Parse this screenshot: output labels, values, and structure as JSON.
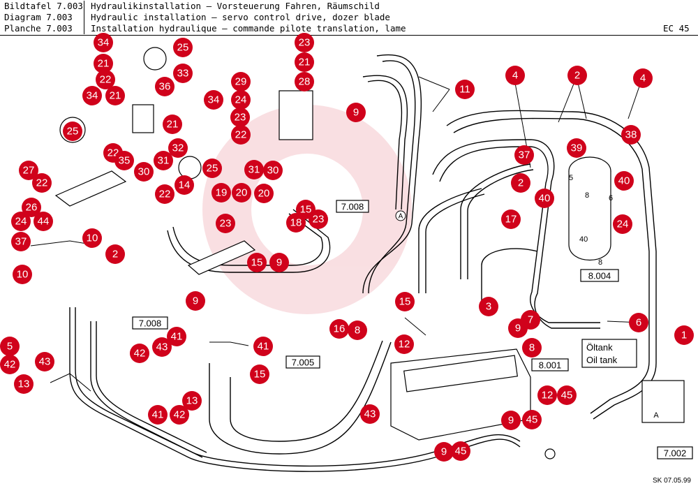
{
  "header": {
    "rows": [
      {
        "code": "Bildtafel 7.003",
        "title": "Hydraulikinstallation – Vorsteuerung Fahren, Räumschild"
      },
      {
        "code": "Diagram 7.003",
        "title": "Hydraulic installation – servo control drive, dozer blade"
      },
      {
        "code": "Planche 7.003",
        "title": "Installation hydraulique – commande pilote translation, lame"
      }
    ],
    "model": "EC 45"
  },
  "colors": {
    "callout": "#d0021b",
    "line": "#000000"
  },
  "callouts": [
    "34",
    "25",
    "23",
    "21",
    "21",
    "22",
    "33",
    "28",
    "29",
    "36",
    "24",
    "34",
    "21",
    "34",
    "11",
    "23",
    "9",
    "22",
    "21",
    "25",
    "22",
    "32",
    "35",
    "30",
    "31",
    "25",
    "31",
    "30",
    "4",
    "2",
    "4",
    "38",
    "37",
    "39",
    "40",
    "2",
    "40",
    "20",
    "27",
    "22",
    "14",
    "19",
    "20",
    "22",
    "15",
    "26",
    "18",
    "23",
    "24",
    "44",
    "23",
    "24",
    "17",
    "37",
    "10",
    "2",
    "9",
    "10",
    "15",
    "9",
    "15",
    "3",
    "7",
    "6",
    "1",
    "16",
    "8",
    "12",
    "8",
    "5",
    "42",
    "43",
    "41",
    "41",
    "43",
    "42",
    "13",
    "15",
    "13",
    "41",
    "42",
    "43",
    "12",
    "45",
    "9",
    "45",
    "9",
    "45",
    "9"
  ],
  "ref_boxes": [
    "7.008",
    "7.008",
    "7.005",
    "8.004",
    "8.001",
    "7.002"
  ],
  "oil_tank": {
    "line1": "Öltank",
    "line2": "Oil tank"
  },
  "markers": [
    "A",
    "A"
  ],
  "part_labels": [
    "40",
    "8",
    "6",
    "5",
    "8"
  ],
  "footer": "SK 07.05.99"
}
